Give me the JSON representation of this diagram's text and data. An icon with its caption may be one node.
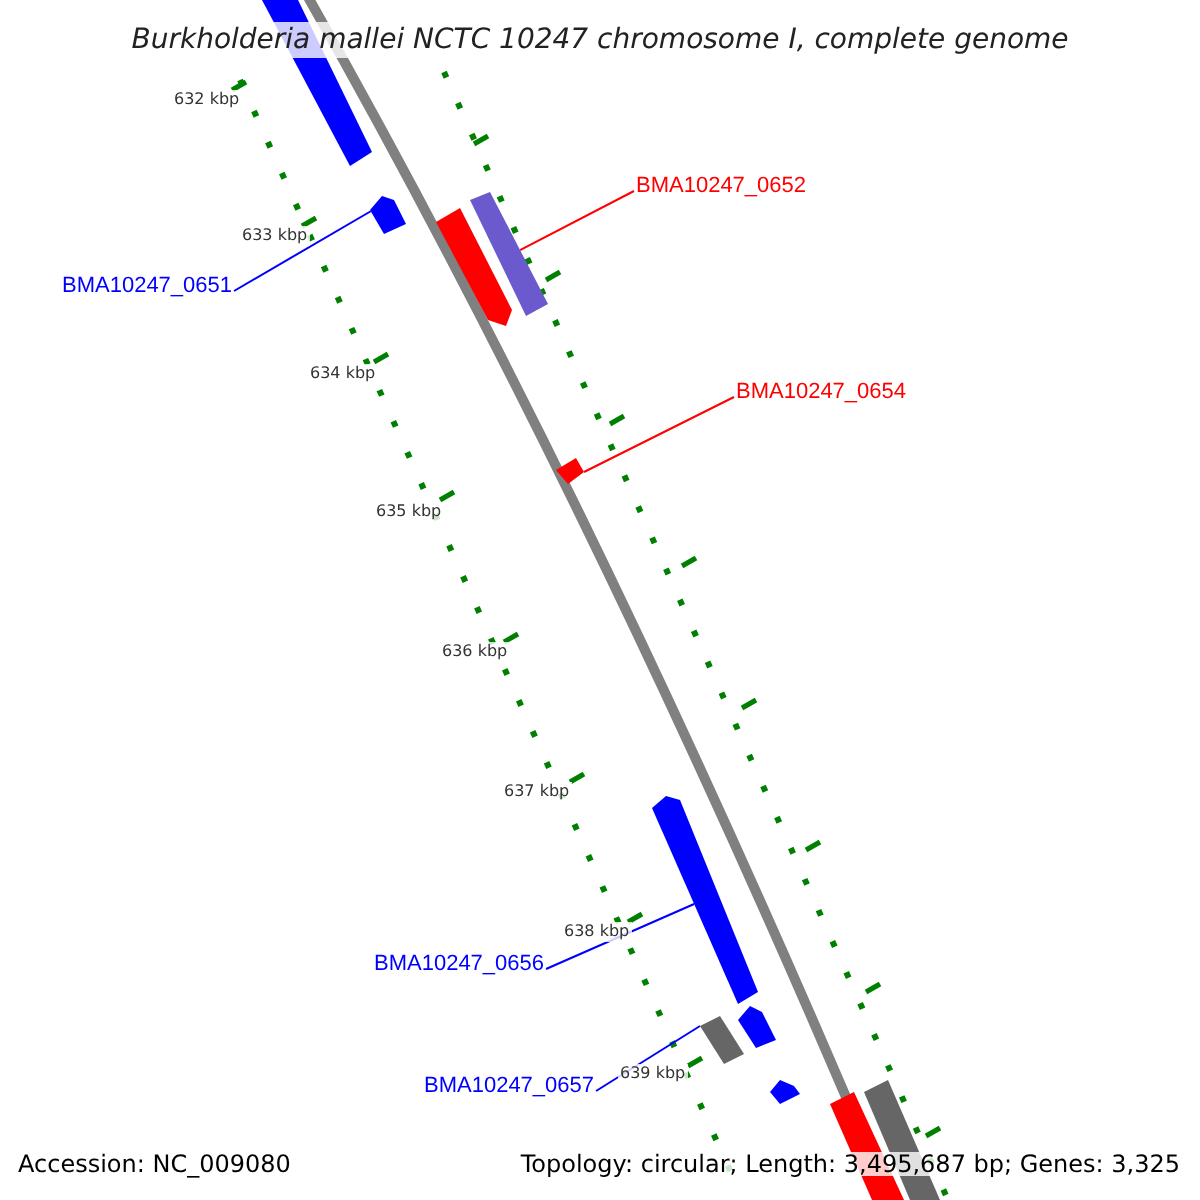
{
  "diagram": {
    "title": "Burkholderia mallei NCTC 10247 chromosome I, complete genome",
    "nodes": [
      {
        "text": [
          "BMA10247_0651"
        ]
      },
      {
        "text": [],
        "shape": "bar"
      },
      {
        "text": [
          "BMA10247_0652"
        ]
      },
      {
        "text": [],
        "shape": "bar"
      },
      {
        "text": [
          "BMA10247_0654"
        ]
      },
      {
        "text": [],
        "shape": "bar"
      },
      {
        "text": [
          "BMA10247_0656"
        ]
      },
      {
        "text": [],
        "shape": "bar"
      },
      {
        "text": [
          "BMA10247_0657"
        ]
      },
      {
        "text": [],
        "shape": "bar"
      },
      {
        "text": [],
        "shape": "bar"
      },
      {
        "text": [],
        "shape": "bar"
      },
      {
        "text": [],
        "shape": "bar"
      },
      {
        "text": [],
        "shape": "bar"
      },
      {
        "text": [],
        "shape": "bar"
      },
      {
        "text": [],
        "shape": "bar"
      }
    ],
    "edges": [
      {
        "from": 0,
        "to": 1,
        "arrow": "none"
      },
      {
        "from": 2,
        "to": 3,
        "arrow": "none",
        "color": "#ff0000"
      },
      {
        "from": 4,
        "to": 5,
        "arrow": "none",
        "color": "#ff0000"
      },
      {
        "from": 6,
        "to": 7,
        "arrow": "none"
      },
      {
        "from": 8,
        "to": 9,
        "arrow": "none"
      }
    ],
    "labels": [
      "632 kbp",
      "633 kbp",
      "634 kbp",
      "635 kbp",
      "636 kbp",
      "637 kbp",
      "638 kbp",
      "639 kbp",
      "Accession: NC_009080",
      "Topology: circular; Length: 3,495,687 bp; Genes: 3,325"
    ]
  }
}
